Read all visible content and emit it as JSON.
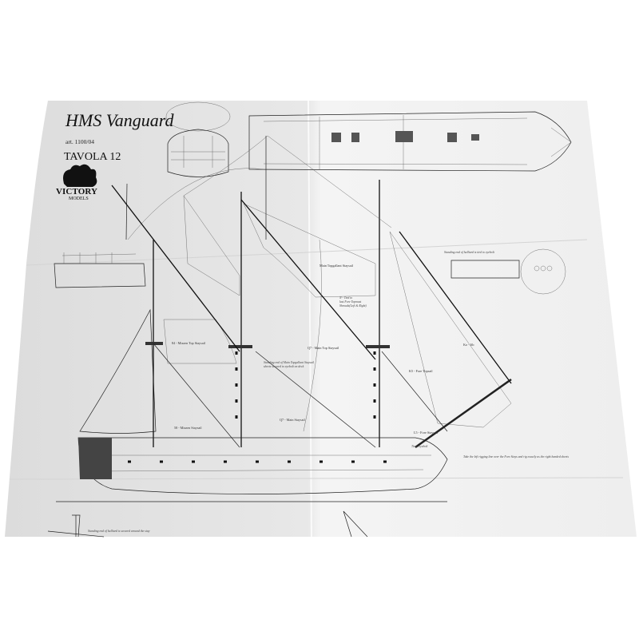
{
  "sheet": {
    "title": "HMS Vanguard",
    "article": "art. 1100/04",
    "plate": "TAVOLA 12",
    "logo": {
      "line1": "VICTORY",
      "line2": "MODELS"
    }
  },
  "sail_labels": {
    "mizzen_top_staysail": "84 - Mizzen Top Staysail",
    "mizzen_staysail": "58 - Mizzen Staysail",
    "main_top_staysail": "Q7 - Main Top Staysail",
    "main_staysail": "Q7 - Main Staysail",
    "main_topgallant_staysail": "Main Topgallant Staysail",
    "fore_topsail": "K5 - Fore Topsail",
    "fore_staysail": "L5 - Fore Staysail",
    "jib": "Ko - Jib"
  },
  "notes": {
    "tied_to_shrouds": [
      "N - Tied to",
      "last Fore Topmast",
      "Shrouds(Left & Right)"
    ],
    "standing_end_main": [
      "Standing end of Main Topgallant Staysail",
      "sheets secured to eyebolt on deck"
    ],
    "tie_to_eyebolt": "Tie to eyebolt",
    "halliard_eyebolt": "Standing end of halliard is tied to eyebolt",
    "left_rigging": "Take the left rigging line over the Fore Stays and rig exactly as the right handed sheets",
    "halliard_stay": "Standing end of halliard is secured around the stay"
  },
  "colors": {
    "paper": "#e9e9e9",
    "ink": "#1a1a1a"
  }
}
